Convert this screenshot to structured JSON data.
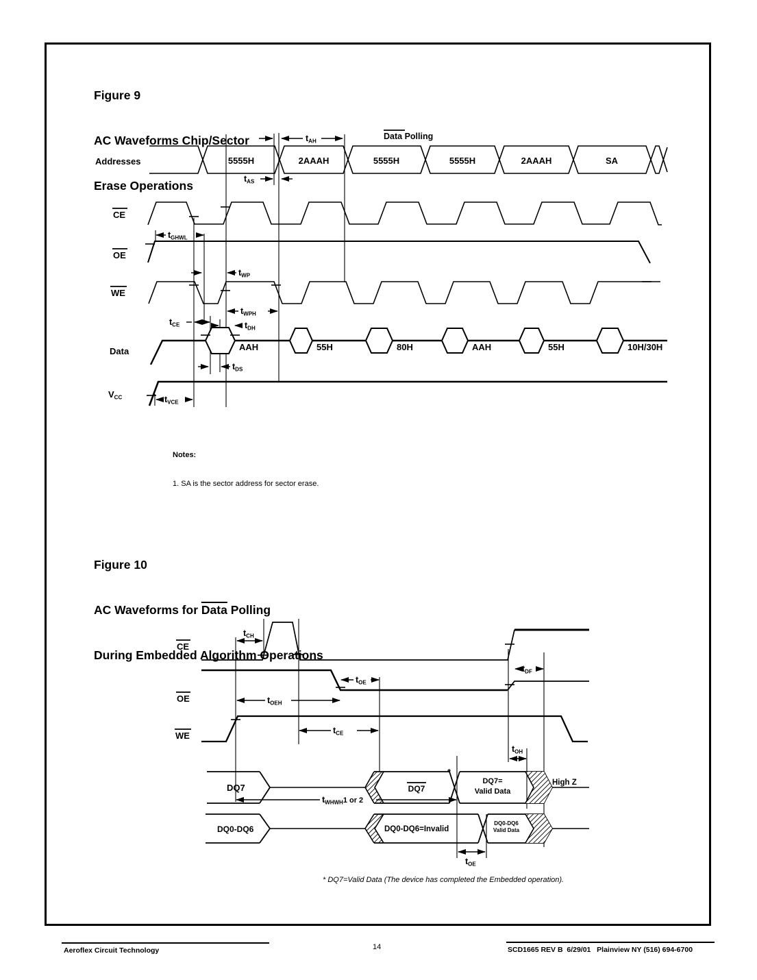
{
  "sym": {
    "t": "t"
  },
  "figure9": {
    "title1": "Figure 9",
    "title2": "AC Waveforms Chip/Sector",
    "title3": "Erase Operations",
    "polling_word": "Data",
    "polling_rest": " Polling",
    "labels": {
      "addresses": "Addresses",
      "ce": "CE",
      "oe": "OE",
      "we": "WE",
      "data": "Data",
      "vcc_main": "V",
      "vcc_sub": "CC"
    },
    "address_values": [
      "5555H",
      "2AAAH",
      "5555H",
      "5555H",
      "2AAAH",
      "SA"
    ],
    "data_values": [
      "AAH",
      "55H",
      "80H",
      "AAH",
      "55H",
      "10H/30H"
    ],
    "subs": {
      "ah": "AH",
      "as": "AS",
      "ghwl": "GHWL",
      "wp": "WP",
      "wph": "WPH",
      "ce": "CE",
      "dh": "DH",
      "ds": "DS",
      "vce": "VCE"
    },
    "notes_title": "Notes:",
    "note1": "1. SA is the sector address for sector erase."
  },
  "figure10": {
    "title1": "Figure 10",
    "title2_pre": "AC Waveforms for ",
    "title2_ovl": "Data",
    "title2_post": " Polling",
    "title3": "During Embedded Algorithm Operations",
    "labels": {
      "ce": "CE",
      "oe": "OE",
      "we": "WE",
      "dq7": "DQ7",
      "dq06": "DQ0-DQ6"
    },
    "subs": {
      "ch": "CH",
      "df": "DF",
      "oe": "OE",
      "oeh": "OEH",
      "ce": "CE",
      "oh": "OH",
      "whwh": "WHWH"
    },
    "whwh_suffix": "1 or 2",
    "asterisk": "*",
    "dq7_bar": "DQ7",
    "dq7_valid1": "DQ7=",
    "dq7_valid2": "Valid Data",
    "high_z": "High Z",
    "dq06_invalid": "DQ0-DQ6=Invalid",
    "dq06_valid1": "DQ0-DQ6",
    "dq06_valid2": "Valid Data",
    "footnote": "* DQ7=Valid Data (The device has completed the Embedded operation)."
  },
  "footer": {
    "left": "Aeroflex Circuit Technology",
    "page": "14",
    "right": "SCD1665 REV B  6/29/01   Plainview NY (516) 694-6700"
  }
}
